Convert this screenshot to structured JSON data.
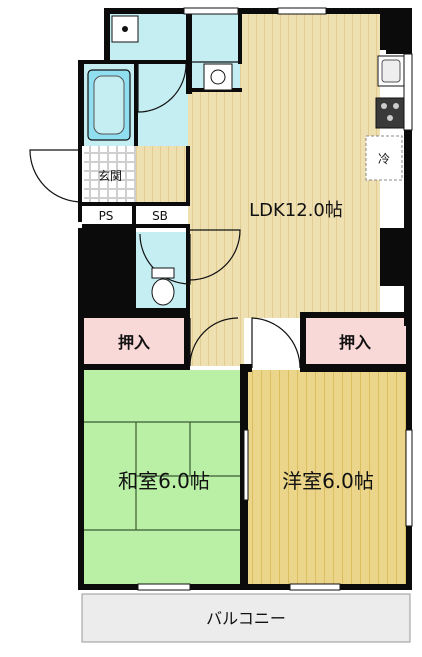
{
  "rooms": {
    "ldk": "LDK12.0帖",
    "washitsu": "和室6.0帖",
    "youshitsu": "洋室6.0帖",
    "oshiire_left": "押入",
    "oshiire_right": "押入",
    "genkan": "玄関",
    "ps": "PS",
    "sb": "SB",
    "balcony": "バルコニー",
    "fridge": "冷"
  },
  "colors": {
    "wall": "#0b0b0b",
    "wood_floor": "#efe0b2",
    "wood_line": "#e1cc91",
    "tatami": "#b9f0a5",
    "tatami_line": "#3c5a34",
    "youshitsu_floor": "#ead58b",
    "youshitsu_line": "#dbbf5f",
    "wet_area": "#c5eef3",
    "oshiire": "#f8d9d8",
    "balcony": "#ececec",
    "tile": "#e6e6e6"
  },
  "icons": [
    "toilet-icon",
    "bathtub-icon",
    "washbasin-icon",
    "stove-icon",
    "sink-icon",
    "washer-icon"
  ]
}
